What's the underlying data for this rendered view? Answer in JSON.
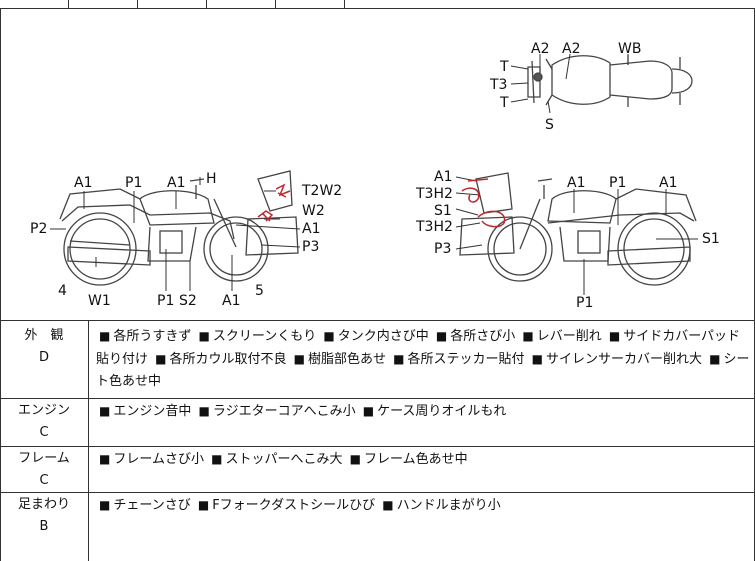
{
  "diagram": {
    "top_labels": {
      "a2_left": "A2",
      "a2_right": "A2",
      "wb": "WB",
      "t_top": "T",
      "t3": "T3",
      "t_bottom": "T",
      "s": "S"
    },
    "left_labels": {
      "a1_a": "A1",
      "p1_a": "P1",
      "a1_b": "A1",
      "h": "H",
      "t2w2": "T2W2",
      "w2": "W2",
      "a1_c": "A1",
      "p3": "P3",
      "p2": "P2",
      "four": "4",
      "w1": "W1",
      "p1_b": "P1",
      "s2": "S2",
      "a1_d": "A1",
      "five": "5"
    },
    "right_labels": {
      "a1_a": "A1",
      "t3h2_a": "T3H2",
      "s1_a": "S1",
      "t3h2_b": "T3H2",
      "p3": "P3",
      "a1_b": "A1",
      "p1_a": "P1",
      "a1_c": "A1",
      "s1_b": "S1",
      "p1_b": "P1"
    }
  },
  "sections": [
    {
      "category": "外　観",
      "grade": "D",
      "items": [
        "各所うすきず",
        "スクリーンくもり",
        "タンク内さび中",
        "各所さび小",
        "レバー削れ",
        "サイドカバーパッド貼り付け",
        "各所カウル取付不良",
        "樹脂部色あせ",
        "各所ステッカー貼付",
        "サイレンサーカバー削れ大",
        "シート色あせ中"
      ]
    },
    {
      "category": "エンジン",
      "grade": "C",
      "items": [
        "エンジン音中",
        "ラジエターコアへこみ小",
        "ケース周りオイルもれ"
      ]
    },
    {
      "category": "フレーム",
      "grade": "C",
      "items": [
        "フレームさび小",
        "ストッパーへこみ大",
        "フレーム色あせ中"
      ]
    },
    {
      "category": "足まわり",
      "grade": "B",
      "items": [
        "チェーンさび",
        "Fフォークダストシールひび",
        "ハンドルまがり小"
      ]
    }
  ]
}
